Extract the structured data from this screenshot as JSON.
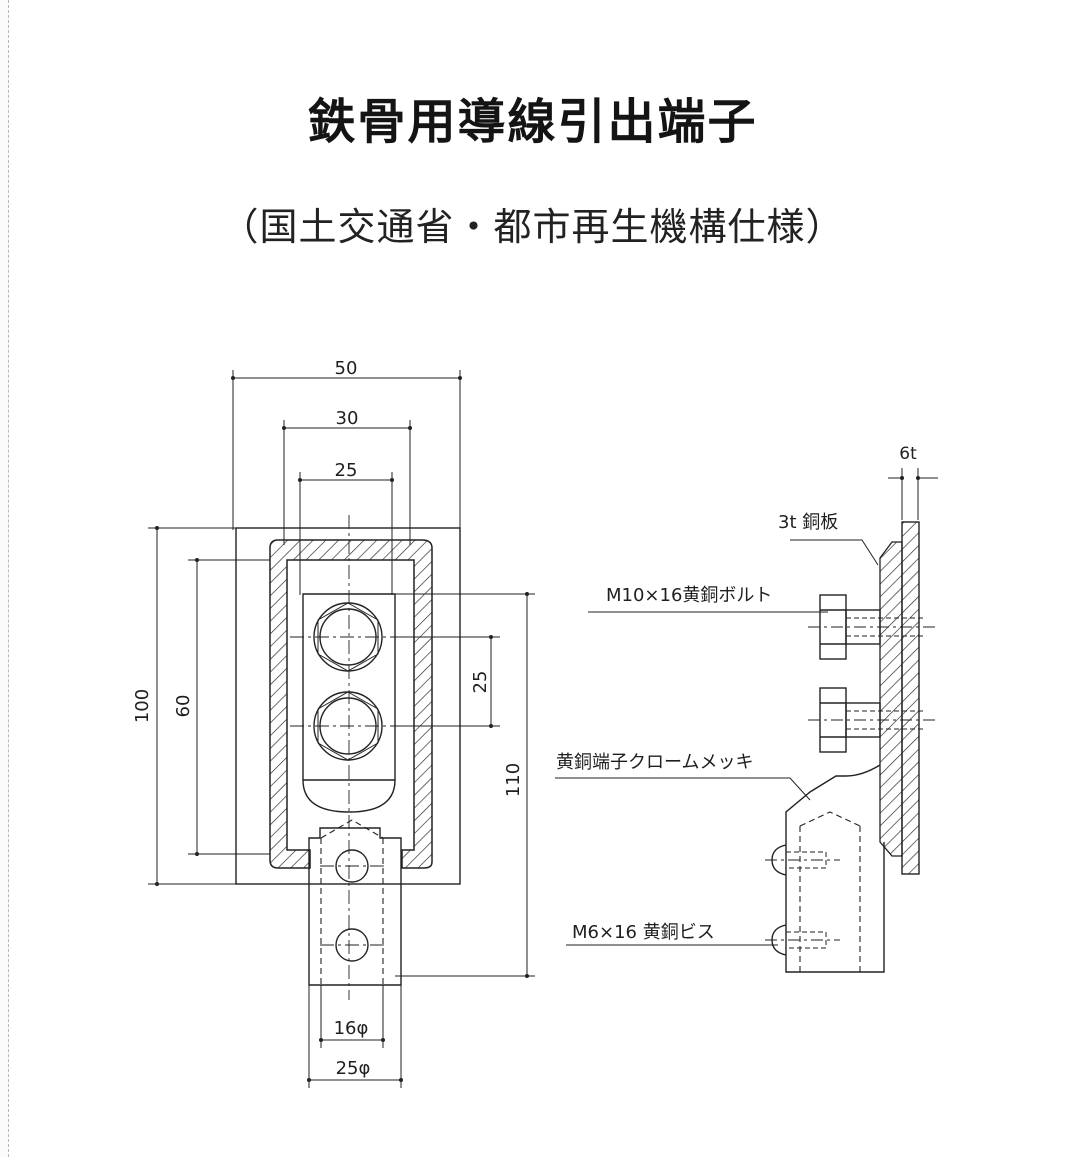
{
  "title": "鉄骨用導線引出端子",
  "subtitle": "（国土交通省・都市再生機構仕様）",
  "front_view": {
    "dims": {
      "width_outer": "50",
      "width_mid": "30",
      "width_inner": "25",
      "height_plate": "100",
      "height_inner": "60",
      "hole_pitch": "25",
      "height_total": "110",
      "hole_dia": "16φ",
      "tab_width": "25φ"
    }
  },
  "side_view": {
    "dims": {
      "plate_thickness": "6t"
    },
    "labels": {
      "copper_plate": "3t 銅板",
      "bolt": "M10×16黄銅ボルト",
      "terminal": "黄銅端子クロームメッキ",
      "screw": "M6×16 黄銅ビス"
    }
  }
}
